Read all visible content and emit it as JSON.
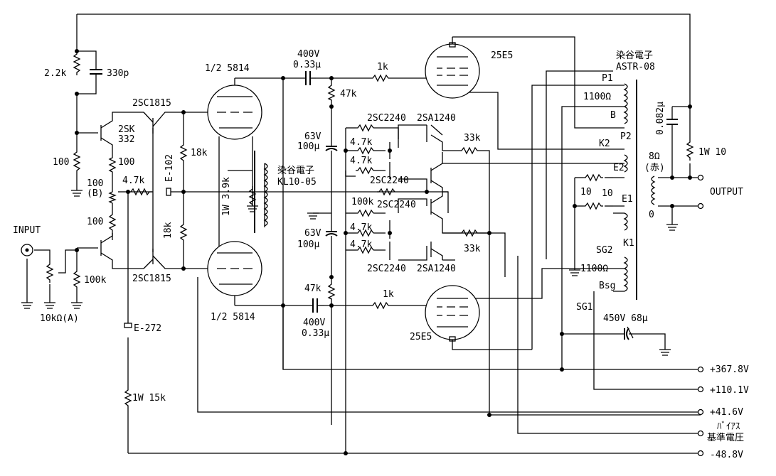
{
  "labels": {
    "r_2_2k": "2.2k",
    "c_330p": "330p",
    "q_2sc1815_top": "2SC1815",
    "q_2sk": "2SK",
    "q_332": "332",
    "r_100_a": "100",
    "r_100_b": "100",
    "pot_100": "100",
    "pot_b": "(B)",
    "r_4_7k_a": "4.7k",
    "r_100_c": "100",
    "input": "INPUT",
    "pot_10k": "10kΩ(A)",
    "r_100k_in": "100k",
    "q_2sc1815_bot": "2SC1815",
    "e102": "E-102",
    "r_18k_a": "18k",
    "r_18k_b": "18k",
    "e272": "E-272",
    "r_1w15k": "1W 15k",
    "tube_5814_top": "1/2 5814",
    "tube_5814_bot": "1/2 5814",
    "r_1w3_9k": "1W 3.9k",
    "kl_maker": "染谷電子",
    "kl_model": "KL10-05",
    "c_400v_top_v": "400V",
    "c_400v_top_c": "0.33μ",
    "c_400v_bot_v": "400V",
    "c_400v_bot_c": "0.33μ",
    "r_1k_top": "1k",
    "r_1k_bot": "1k",
    "r_47k_top": "47k",
    "r_47k_bot": "47k",
    "c_63v_top_v": "63V",
    "c_63v_top_c": "100μ",
    "c_63v_bot_v": "63V",
    "c_63v_bot_c": "100μ",
    "q_2sc2240_1": "2SC2240",
    "q_2sa1240_1": "2SA1240",
    "r_4_7k_b": "4.7k",
    "r_4_7k_c": "4.7k",
    "q_2sc2240_2": "2SC2240",
    "r_100k_mid": "100k",
    "q_2sc2240_3": "2SC2240",
    "r_4_7k_d": "4.7k",
    "r_4_7k_e": "4.7k",
    "q_2sc2240_4": "2SC2240",
    "q_2sa1240_2": "2SA1240",
    "r_33k_top": "33k",
    "r_33k_bot": "33k",
    "tube_25e5_top": "25E5",
    "tube_25e5_bot": "25E5",
    "opt_maker": "染谷電子",
    "opt_model": "ASTR-08",
    "opt_p1": "P1",
    "opt_1100_a": "1100Ω",
    "opt_b": "B",
    "opt_p2": "P2",
    "opt_k2": "K2",
    "opt_e2": "E2",
    "r_10_a": "10",
    "r_10_b": "10",
    "opt_e1": "E1",
    "opt_k1": "K1",
    "opt_sg2": "SG2",
    "opt_1100_b": "1100Ω",
    "opt_bsg": "Bsg",
    "opt_sg1": "SG1",
    "c_0_082": "0.082μ",
    "r_1w10": "1W 10",
    "out_8ohm": "8Ω",
    "out_red": "(赤)",
    "out_zero": "0",
    "output": "OUTPUT",
    "c_450v": "450V 68μ",
    "rail_1": "+367.8V",
    "rail_2": "+110.1V",
    "rail_3": "+41.6V",
    "rail_4a": "ﾊﾞｲｱｽ",
    "rail_4b": "基準電圧",
    "rail_5": "-48.8V"
  }
}
